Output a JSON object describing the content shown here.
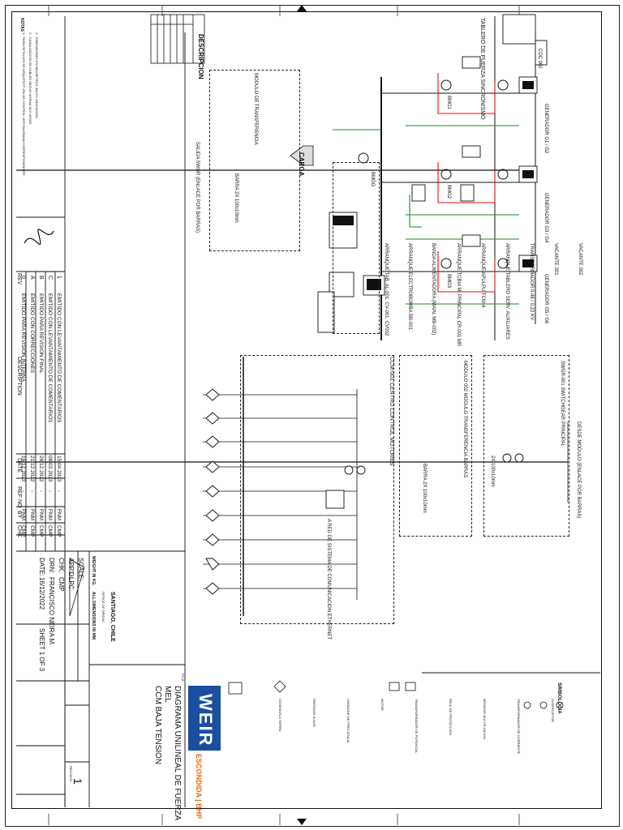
{
  "title_block": {
    "title_label": "TITLE",
    "title_line1": "DIAGRAMA UNILINEAL DE FUERZA",
    "title_line2": "MEL",
    "title_line3": "CCM BAJA TENSION",
    "client": "ESCONDIDA | BHP",
    "company": "WEIR",
    "office_of_origin": "OFFICE OF ORIGIN :",
    "office_city": "SANTIAGO, CHILE",
    "weight": "WEIGHT IN KG.",
    "dimensions": "ALL DIMENSIONS IN MM.",
    "scale": "SCALE:",
    "appd": "APP'D:",
    "appd_val": "LPC",
    "chkd": "CHK:",
    "chkd_val": "CMP",
    "drn": "DRN:",
    "drn_val": "FRANCISCO NEIRA M.",
    "date": "DATE:",
    "date_val": "16/12/2022",
    "sheet": "SHEET 1 OF 3",
    "revision_label": "REVISION",
    "revision": "1"
  },
  "revisions": {
    "headers": [
      "REV",
      "DESCRIPTION",
      "DATE",
      "REF NO",
      "BY",
      "CHK"
    ],
    "rows": [
      {
        "rev": "1",
        "desc": "EMITIDO CON LEVANTAMIENTO DE COMENTARIOS",
        "date": "15.04.2023",
        "ref": "-",
        "by": "FNM",
        "chk": "CMP"
      },
      {
        "rev": "C",
        "desc": "EMITIDO CON LEVANTAMIENTO DE COMENTARIOS",
        "date": "08.03.2023",
        "ref": "-",
        "by": "FNM",
        "chk": "CMP"
      },
      {
        "rev": "B",
        "desc": "EMITIDO PARA REVISION FINAL",
        "date": "28.12.2022",
        "ref": "-",
        "by": "FNM",
        "chk": "CMP"
      },
      {
        "rev": "A",
        "desc": "EMITIDO CON CORRECCIONES",
        "date": "21.12.2022",
        "ref": "-",
        "by": "FNM",
        "chk": "CMP"
      },
      {
        "rev": "0",
        "desc": "EMITIDO PARA REVISION INTERNA",
        "date": "16.12.2022",
        "ref": "-",
        "by": "FNM",
        "chk": "CMP"
      }
    ]
  },
  "upper_diagram": {
    "desc_header": "DESCRIPCION",
    "carga": "CARGA",
    "barra": "BARRA 2X 100x10mm",
    "tablero": "TABLERO DE FUERZA SINCRONISMO",
    "cover": "CDC 002",
    "gen1": "GENERADOR G1 / G2",
    "gen2": "GENERADOR G3 / G4",
    "gen3": "GENERADOR G5 / G6",
    "bm1": "BMG1",
    "bm2": "BMG2",
    "bm3": "BMG3",
    "bms": "BMGG",
    "modulo": "MODULO DE TRANSFERENCIA",
    "salida": "SALIDA SWGR (ENLACE POR BARRAS)"
  },
  "lower_diagram": {
    "ccm": "CCM-001 CENTRO CONTROL MOTORES",
    "barra": "BARRA 2X 100x10mm",
    "modulo": "MODULO 002 MODULO TRANSFERENCIA BARRAS",
    "desde": "DESDE MODULO (ENLACE POR BARRAS)",
    "swgr": "SWGR-001 SWITCHGEAR PRINCIPAL",
    "red_ethernet": "A RED DE SISTEMA DE COMUNICACION ETHERNET",
    "barra2": "2X 100x10mm",
    "feeders": [
      "ARRANQUE TAB. AL-001, CV-001, CV002",
      "ARRANQUE ELECTROBOMBA BB-001",
      "BANDA ALIMENTADORA (MAIN. MB-002)",
      "ARRANQUE TCBIA M. PRINCIPAL CR-001 MR",
      "ARRANQUE APULPU TCM-4",
      "ARRANQUE TABLERO SERV. AUXILIARES",
      "TRANSFORMADOR 0.48 / 0.22 KV",
      "VACANTE 001",
      "VACANTE 002"
    ]
  },
  "legend": {
    "title": "SIMBOLOGIA",
    "items": [
      "INTERRUPTOR",
      "TRANSFORMADOR DE CORRIENTE",
      "MEDIDOR MULTIFUNCION",
      "RELE DE PROTECCION",
      "TRANSFORMADOR DE POTENCIAL",
      "MOTOR",
      "VARIADOR DE FRECUENCIA",
      "PARTIDOR SUAVE",
      "CONEXION A TIERRA"
    ]
  },
  "notes": {
    "title": "NOTAS",
    "lines": [
      "1.- PARA DETALLES DE ARQUITECTURA DE CONTROL VER DIAGRAMA CORRESPONDIENTE.",
      "2.- CANALIZACION DE CABLES SEGUN NORMA NCH 4/2003.",
      "3.- DIMENSIONES EN MILIMETROS SALVO INDICACION."
    ]
  }
}
